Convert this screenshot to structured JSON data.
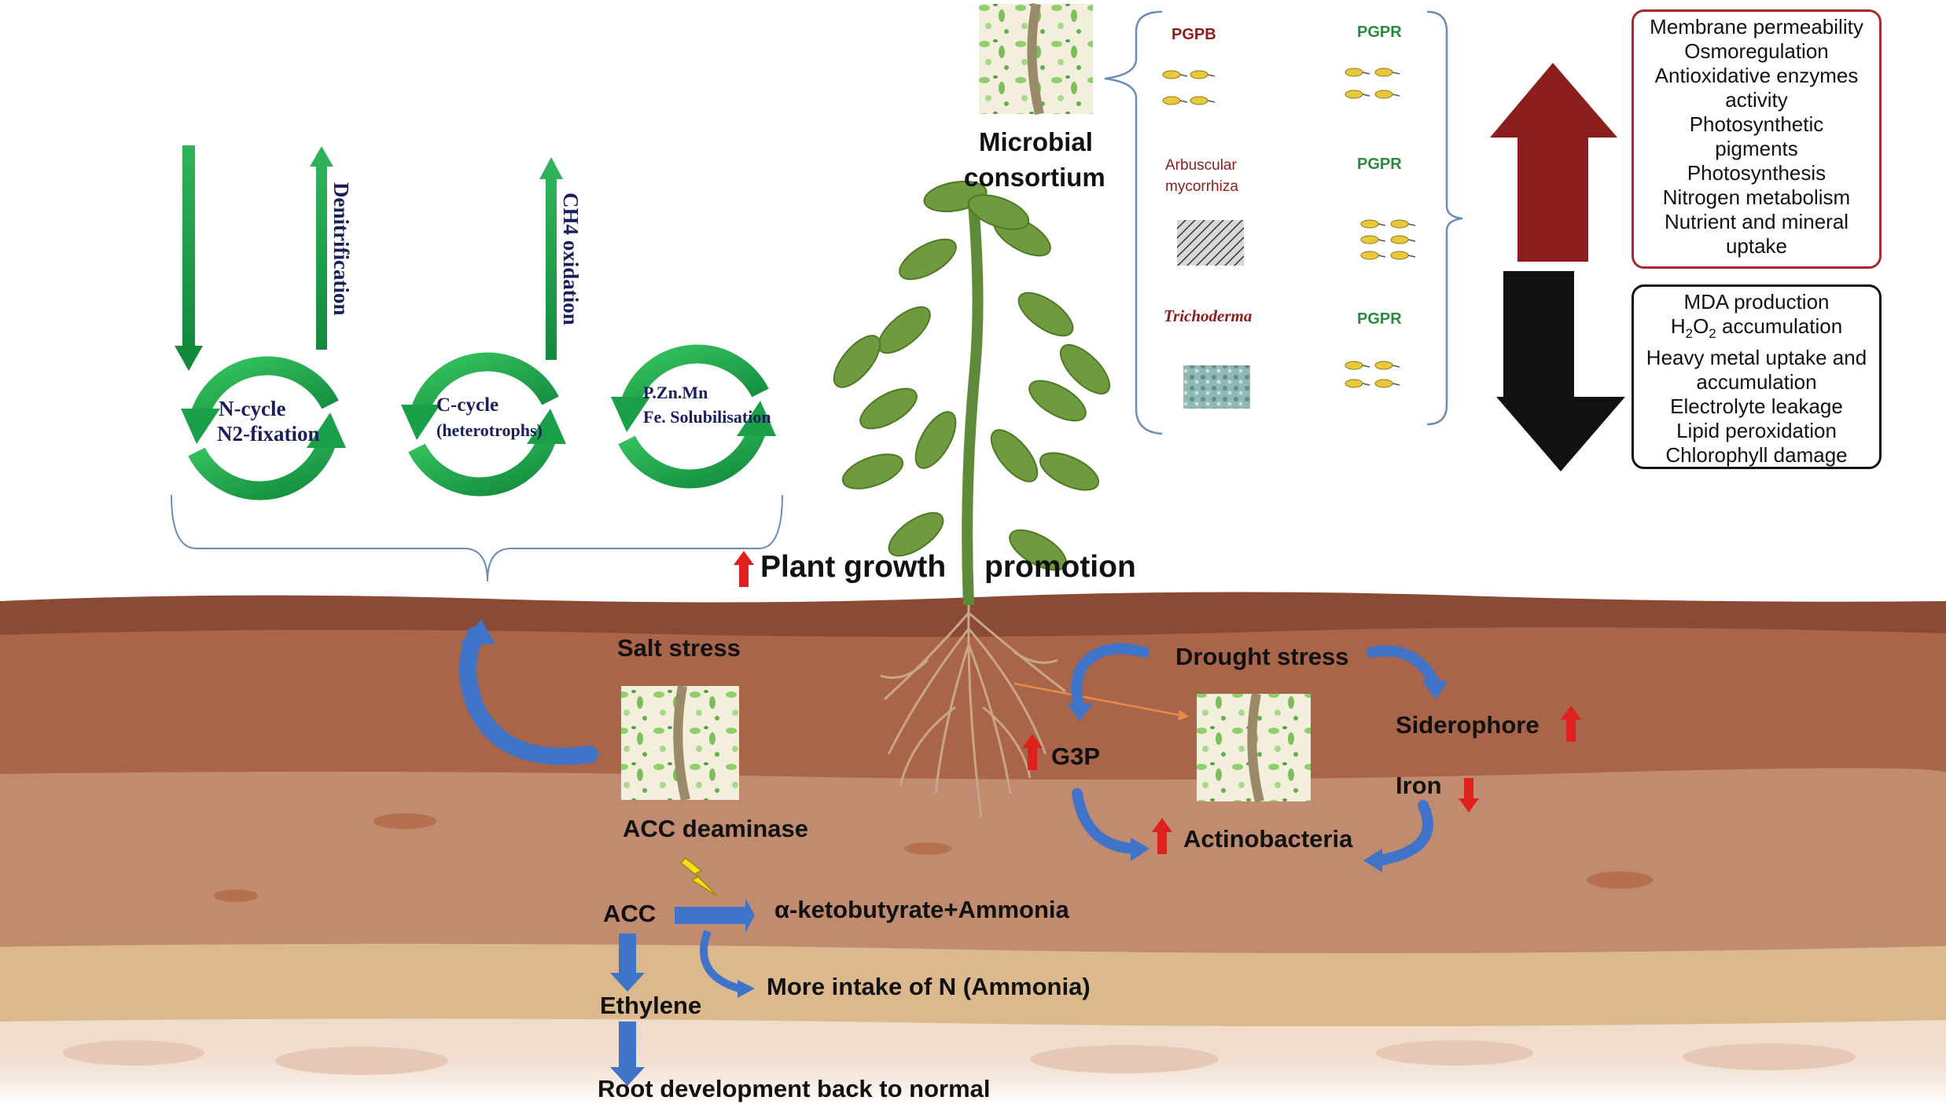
{
  "cycles": {
    "n_cycle": {
      "line1": "N-cycle",
      "line2": "N2-fixation"
    },
    "c_cycle": {
      "line1": "C-cycle",
      "line2": "(heterotrophs)"
    },
    "p_cycle": {
      "line1": "P.Zn.Mn",
      "line2": "Fe. Solubilisation"
    }
  },
  "vertical_labels": {
    "denitrification": "Denitrification",
    "ch4_oxidation": "CH4 oxidation"
  },
  "consortium": {
    "title_line1": "Microbial",
    "title_line2": "consortium",
    "left_items": [
      "PGPB",
      "Arbuscular",
      "mycorrhiza",
      "Trichoderma"
    ],
    "right_items": [
      "PGPR",
      "PGPR",
      "PGPR"
    ]
  },
  "effects": {
    "increase": [
      "Membrane permeability",
      "Osmoregulation",
      "Antioxidative enzymes",
      "activity",
      "Photosynthetic",
      "pigments",
      "Photosynthesis",
      "Nitrogen metabolism",
      "Nutrient and mineral",
      "uptake"
    ],
    "decrease_line1": "MDA production",
    "h2o2": {
      "h": "H",
      "sub1": "2",
      "o": "O",
      "sub2": "2",
      "rest": " accumulation"
    },
    "decrease_rest": [
      "Heavy metal uptake and",
      "accumulation",
      "Electrolyte leakage",
      "Lipid peroxidation",
      "Chlorophyll damage"
    ]
  },
  "plant_growth": {
    "word1": "Plant growth",
    "word2": "promotion"
  },
  "salt": {
    "title": "Salt stress",
    "acc_deaminase": "ACC deaminase",
    "acc": "ACC",
    "products": "α-ketobutyrate+Ammonia",
    "more_intake": "More intake of N  (Ammonia)",
    "ethylene": "Ethylene",
    "root_dev": "Root development back to normal"
  },
  "drought": {
    "title": "Drought stress",
    "g3p": "G3P",
    "siderophore": "Siderophore",
    "iron": "Iron",
    "actino": "Actinobacteria"
  },
  "colors": {
    "soil_top": "#8a4a34",
    "soil_mid": "#a8654a",
    "soil_light": "#c79276",
    "sand": "#dcb98d",
    "green_arrow": "#1e9e4a",
    "blue_arrow": "#3f74c9",
    "red_up": "#8b1d1d",
    "red_small": "#e0201c"
  }
}
